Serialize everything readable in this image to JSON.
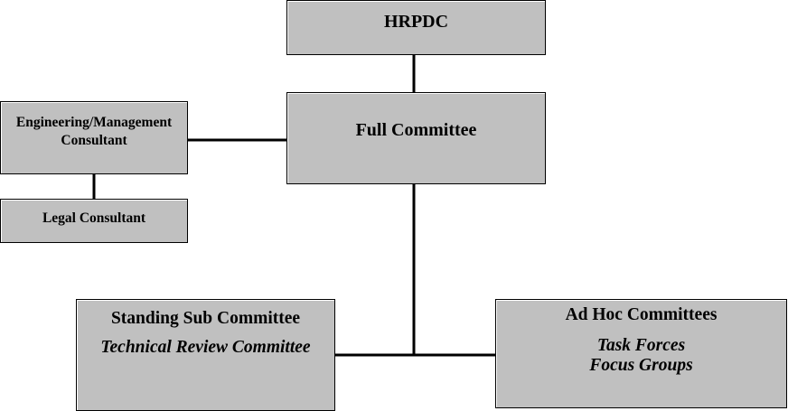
{
  "diagram": {
    "hrpdc": {
      "label": "HRPDC"
    },
    "full_committee": {
      "label": "Full Committee"
    },
    "engineering_consultant": {
      "line1": "Engineering/Management",
      "line2": "Consultant"
    },
    "legal_consultant": {
      "label": "Legal Consultant"
    },
    "standing_sub_committee": {
      "title": "Standing Sub Committee",
      "subtitle": "Technical Review Committee"
    },
    "ad_hoc_committees": {
      "title": "Ad Hoc Committees",
      "item1": "Task Forces",
      "item2": "Focus Groups"
    }
  },
  "colors": {
    "box_fill": "#c0c0c0",
    "box_border": "#000000",
    "connector": "#000000",
    "background": "#ffffff"
  }
}
